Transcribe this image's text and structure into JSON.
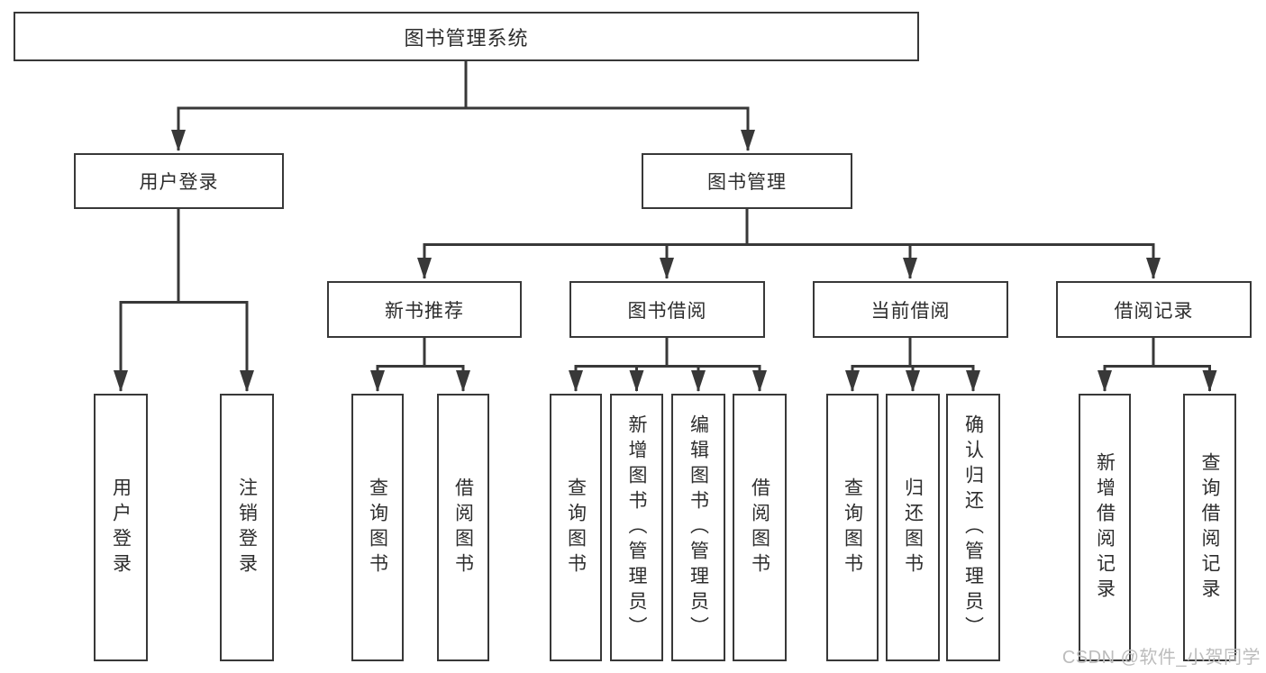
{
  "tree": {
    "label": "图书管理系统",
    "children": [
      {
        "label": "用户登录",
        "children": [
          {
            "label": "用户登录"
          },
          {
            "label": "注销登录"
          }
        ]
      },
      {
        "label": "图书管理",
        "children": [
          {
            "label": "新书推荐",
            "children": [
              {
                "label": "查询图书"
              },
              {
                "label": "借阅图书"
              }
            ]
          },
          {
            "label": "图书借阅",
            "children": [
              {
                "label": "查询图书"
              },
              {
                "label": "新增图书（管理员）"
              },
              {
                "label": "编辑图书（管理员）"
              },
              {
                "label": "借阅图书"
              }
            ]
          },
          {
            "label": "当前借阅",
            "children": [
              {
                "label": "查询图书"
              },
              {
                "label": "归还图书"
              },
              {
                "label": "确认归还（管理员）"
              }
            ]
          },
          {
            "label": "借阅记录",
            "children": [
              {
                "label": "新增借阅记录"
              },
              {
                "label": "查询借阅记录"
              }
            ]
          }
        ]
      }
    ]
  },
  "watermark": {
    "text": "CSDN @软件_小贺同学"
  },
  "colors": {
    "line": "#383838",
    "box_border": "#383838",
    "text": "#2d2d2d",
    "watermark": "#bcbcbc",
    "background": "#ffffff"
  }
}
